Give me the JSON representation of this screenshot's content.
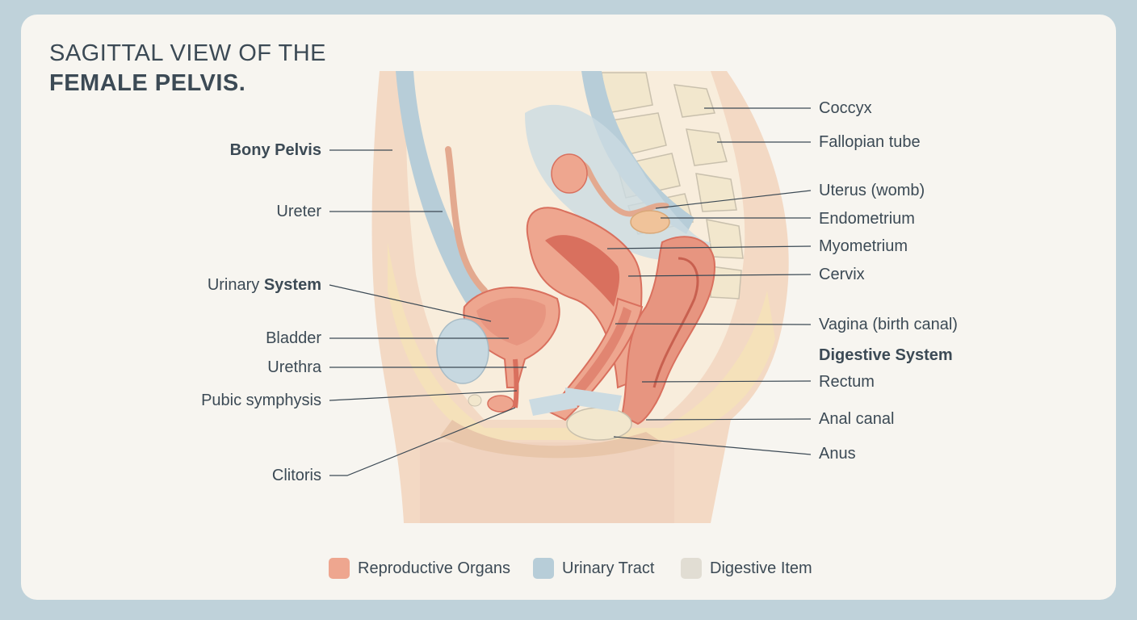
{
  "title": {
    "line1": "SAGITTAL VIEW OF THE",
    "line2": "FEMALE PELVIS."
  },
  "labels_left": {
    "bony_pelvis": "Bony Pelvis",
    "ureter": "Ureter",
    "urinary_system_part1": "Urinary ",
    "urinary_system_part2": "System",
    "bladder": "Bladder",
    "urethra": "Urethra",
    "pubic_symphysis": "Pubic symphysis",
    "clitoris": "Clitoris"
  },
  "labels_right": {
    "coccyx": "Coccyx",
    "fallopian_tube": "Fallopian tube",
    "uterus": "Uterus (womb)",
    "endometrium": "Endometrium",
    "myometrium": "Myometrium",
    "cervix": "Cervix",
    "vagina": "Vagina (birth canal)",
    "digestive_system": "Digestive System",
    "rectum": "Rectum",
    "anal_canal": "Anal canal",
    "anus": "Anus"
  },
  "legend": [
    {
      "label": "Reproductive Organs",
      "color": "#eea68f"
    },
    {
      "label": "Urinary Tract",
      "color": "#b7cdd8"
    },
    {
      "label": "Digestive Item",
      "color": "#e1ddd3"
    }
  ],
  "colors": {
    "background": "#bfd2da",
    "card": "#f7f5f0",
    "text": "#3c4a55",
    "reproductive": "#eea68f",
    "reproductive_dark": "#d9705e",
    "urinary": "#b7cdd8",
    "bone": "#f2e7cd",
    "skin": "#f3d9c4"
  }
}
